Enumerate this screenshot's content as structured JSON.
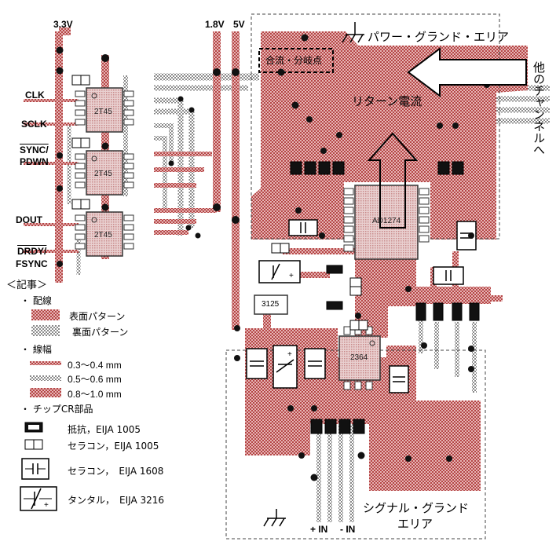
{
  "rails": {
    "v33": "3.3V",
    "v18": "1.8V",
    "v5": "5V"
  },
  "signals": {
    "clk": "CLK",
    "sclk": "SCLK",
    "sync": "SYNC/",
    "pdwn": "PDWN",
    "dout": "DOUT",
    "drdy": "DRDY/",
    "fsync": "FSYNC"
  },
  "chips": {
    "buf1": "2T45",
    "buf2": "2T45",
    "buf3": "2T45",
    "adc": "AD1274",
    "reg": "3125",
    "amp": "2364"
  },
  "areas": {
    "power_ground": "パワー・グランド・エリア",
    "junction": "合流・分岐点",
    "return_current": "リターン電流",
    "to_other_channel": "他のチャンネルへ",
    "signal_ground_1": "シグナル・グランド",
    "signal_ground_2": "エリア"
  },
  "inputs": {
    "plus": "+ IN",
    "minus": "- IN"
  },
  "legend": {
    "title": "＜記事＞",
    "wiring_heading": "配線",
    "top_pattern": "表面パターン",
    "bottom_pattern": "裏面パターン",
    "width_heading": "線幅",
    "width_1": "0.3～0.4 mm",
    "width_2": "0.5～0.6 mm",
    "width_3": "0.8～1.0 mm",
    "chip_heading": "チップCR部品",
    "resistor": "抵抗，EIJA 1005",
    "ceramic_1005": "セラコン，EIJA 1005",
    "ceramic_1608": "セラコン，　EIJA 1608",
    "tantalum": "タンタル，　EIJA 3216"
  },
  "colors": {
    "top_copper": "#b03a3a",
    "bottom_copper": "#8f8f8f",
    "via": "#111111"
  }
}
